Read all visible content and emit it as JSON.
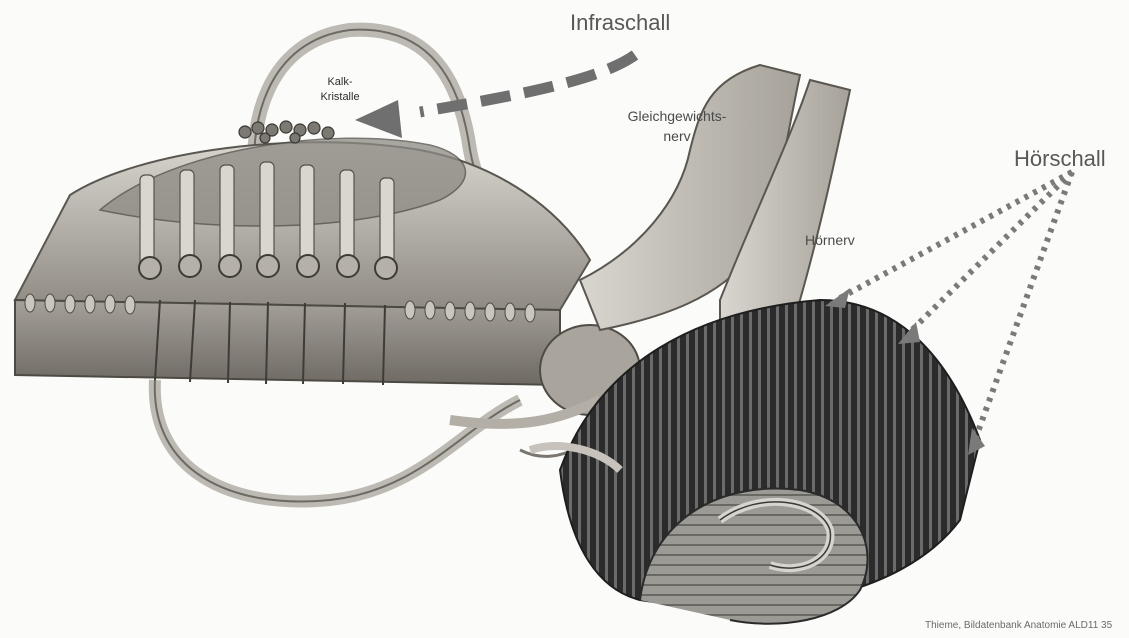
{
  "labels": {
    "infraschall": "Infraschall",
    "hoerschall": "Hörschall",
    "kalk_line1": "Kalk-",
    "kalk_line2": "Kristalle",
    "gleich_line1": "Gleichgewichts-",
    "gleich_line2": "nerv",
    "hoernerv": "Hörnerv",
    "credit": "Thieme, Bildatenbank Anatomie ALD11 35"
  },
  "colors": {
    "arrow": "#6f6f6f",
    "tissue": "#b9b6ae",
    "membrane": "#8e8b84",
    "line": "#4a4a4a"
  }
}
